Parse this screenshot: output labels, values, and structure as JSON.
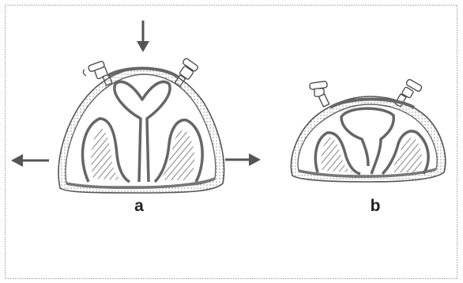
{
  "figure": {
    "panels": [
      {
        "label": "a",
        "state": "compressed"
      },
      {
        "label": "b",
        "state": "relaxed"
      }
    ],
    "colors": {
      "frame": "#9a9a9a",
      "outline": "#555555",
      "wall": "#777777",
      "hatch": "#666666",
      "arrow": "#555555"
    }
  }
}
